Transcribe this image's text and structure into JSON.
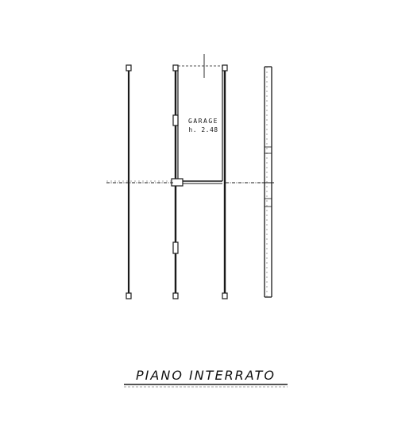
{
  "plan": {
    "title": "PIANO  INTERRATO",
    "room": {
      "name": "GARAGE",
      "area": "h. 2.48"
    },
    "colors": {
      "line": "#1a1a1a",
      "paper": "#ffffff"
    }
  }
}
